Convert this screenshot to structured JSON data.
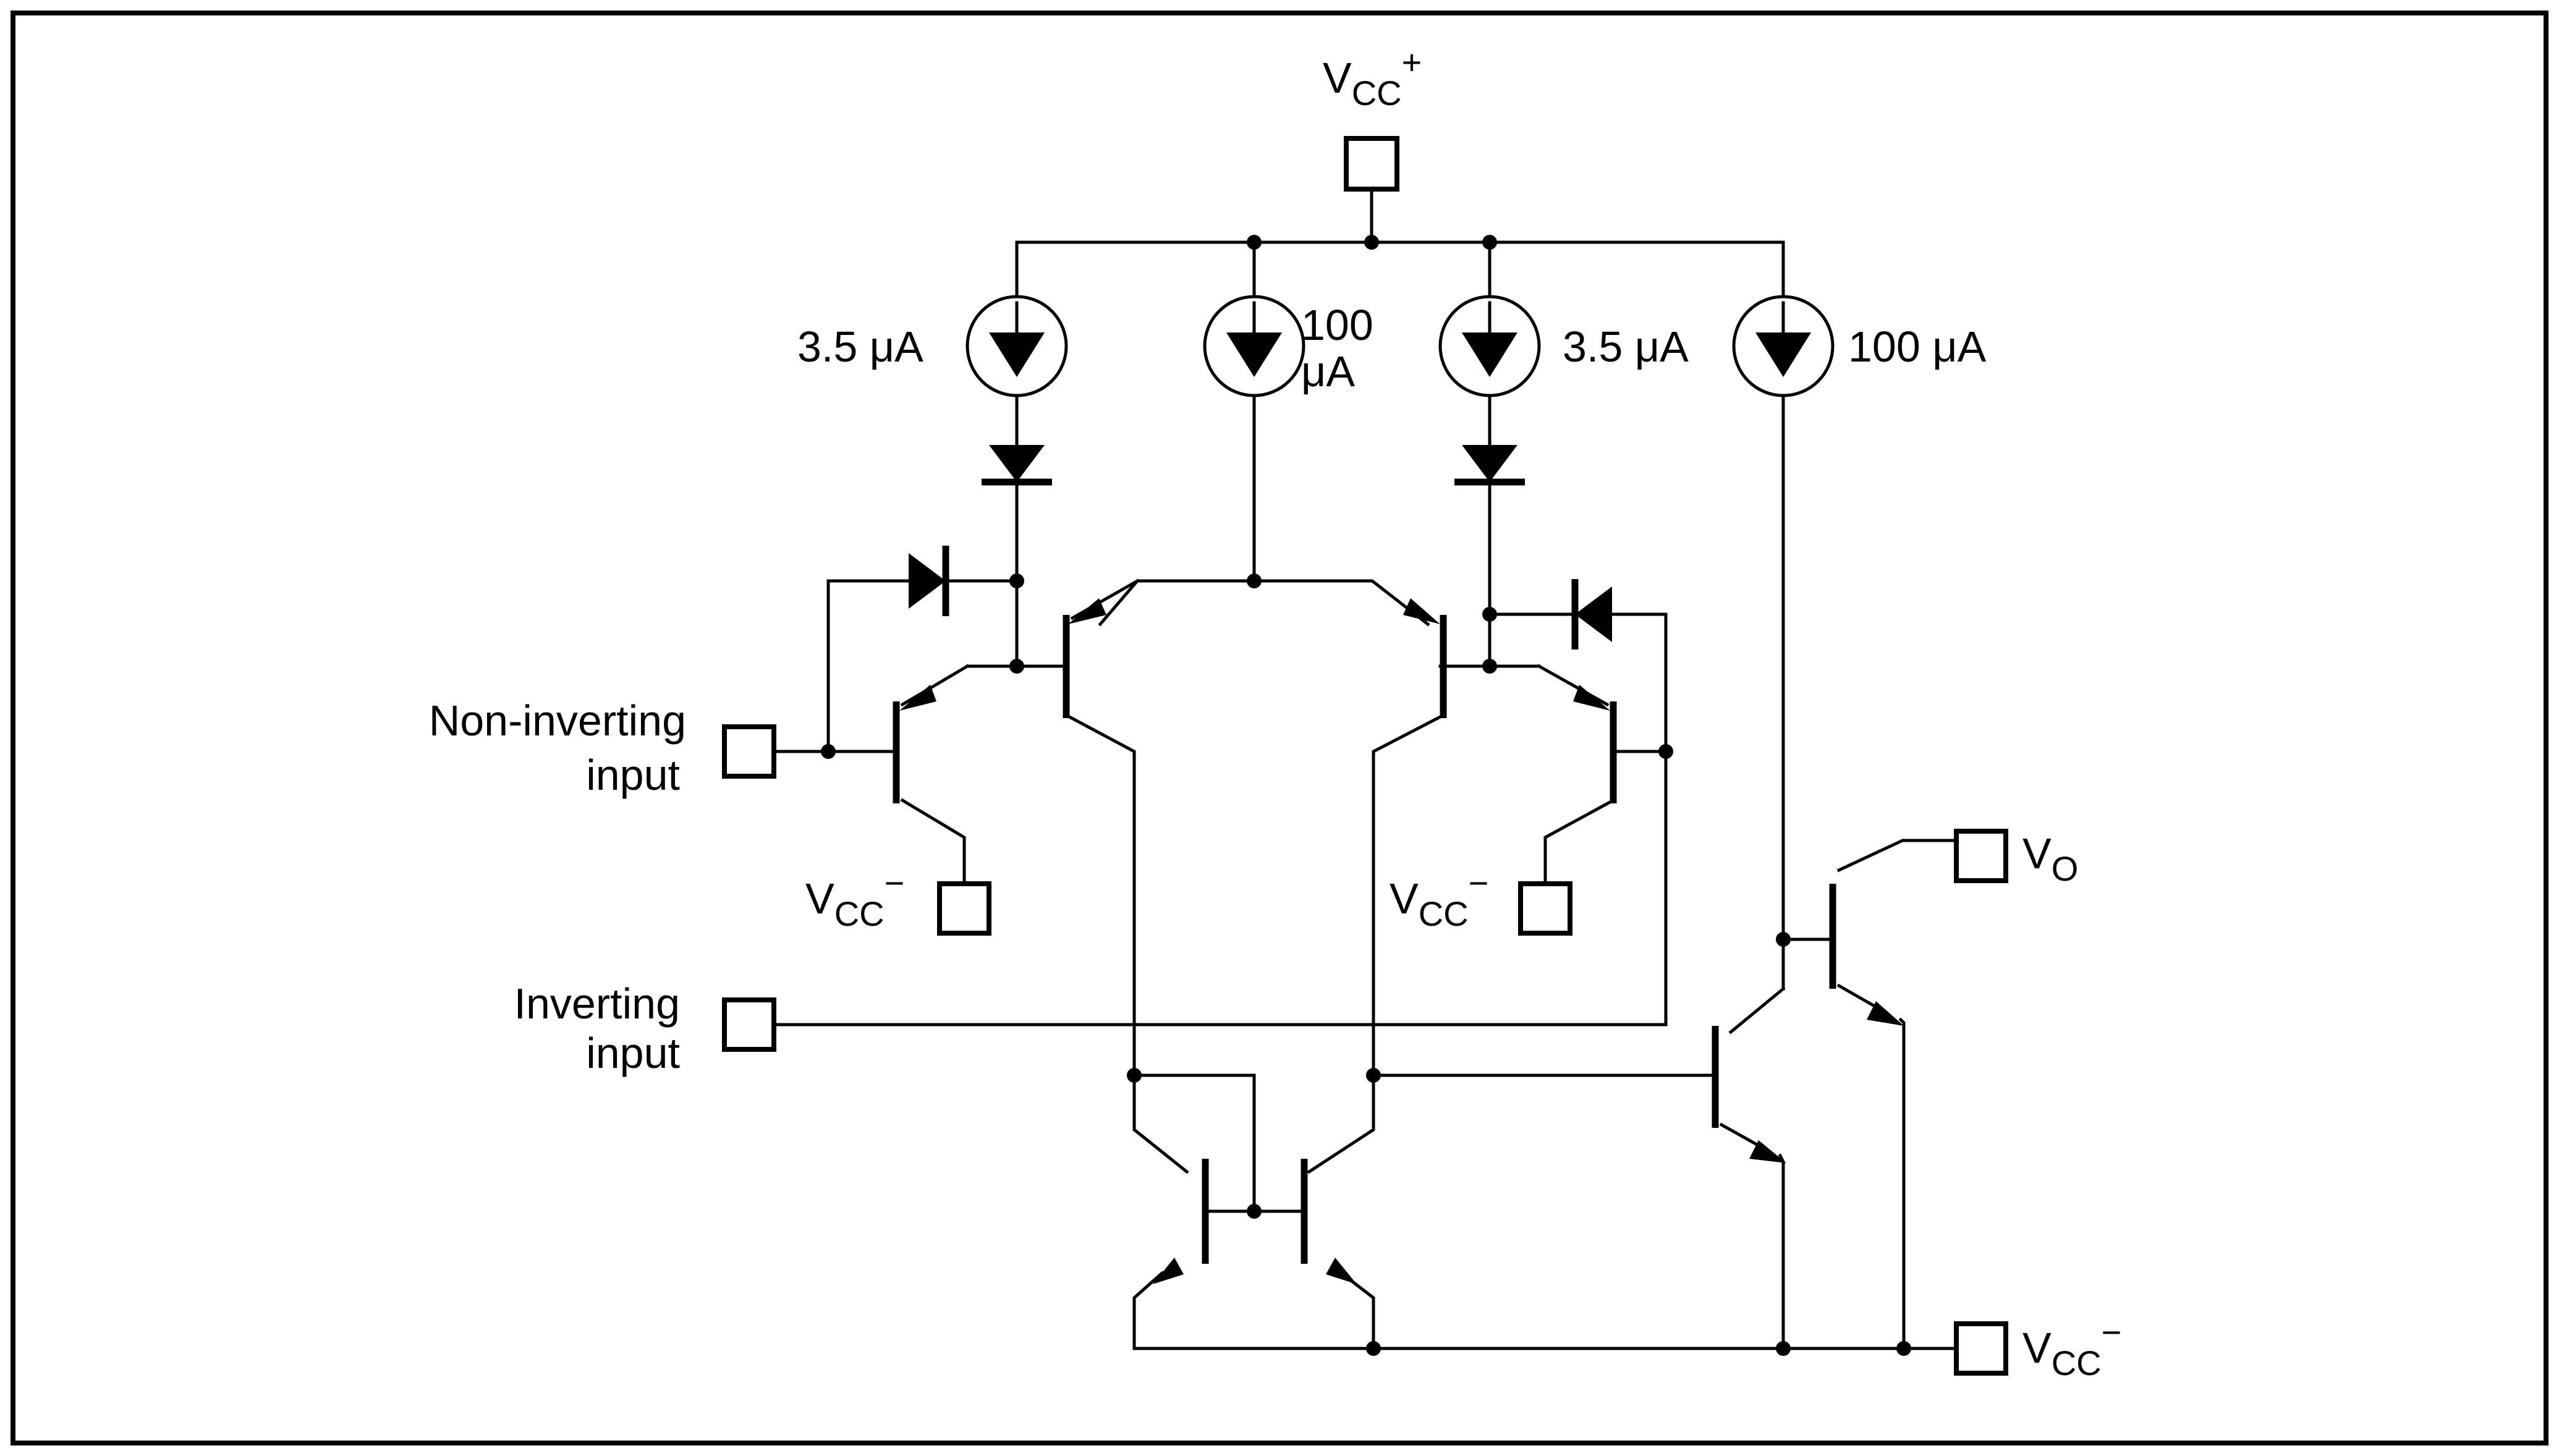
{
  "diagram": {
    "supply": {
      "main": "V",
      "sub": "CC",
      "sup": "+"
    },
    "supply_neg": {
      "main": "V",
      "sub": "CC",
      "sup": "−"
    },
    "output": {
      "main": "V",
      "sub": "O"
    },
    "sources": [
      {
        "label": "3.5  μA"
      },
      {
        "label_line1": "100",
        "label_line2": "μA"
      },
      {
        "label": "3.5 μA"
      },
      {
        "label": "100 μA"
      }
    ],
    "inputs": {
      "non_inverting": {
        "line1": "Non-inverting",
        "line2": "input"
      },
      "inverting": {
        "line1": "Inverting",
        "line2": "input"
      }
    }
  }
}
